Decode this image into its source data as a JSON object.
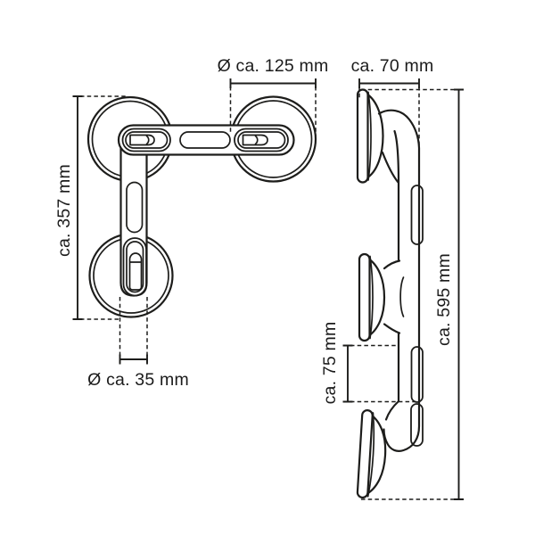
{
  "colors": {
    "background": "#ffffff",
    "line": "#1d1d1b",
    "text": "#1b1b1b"
  },
  "drawing": {
    "description": "technical dimension drawing of a suction-cup grab bar, front view and side view"
  },
  "views": {
    "front": {
      "dimensions": {
        "cup_diameter": "Ø ca. 125 mm",
        "height": "ca. 357 mm",
        "lever_diameter": "Ø ca. 35 mm"
      }
    },
    "side": {
      "dimensions": {
        "depth": "ca. 70 mm",
        "grip_section": "ca. 75 mm",
        "length": "ca. 595 mm"
      }
    }
  }
}
